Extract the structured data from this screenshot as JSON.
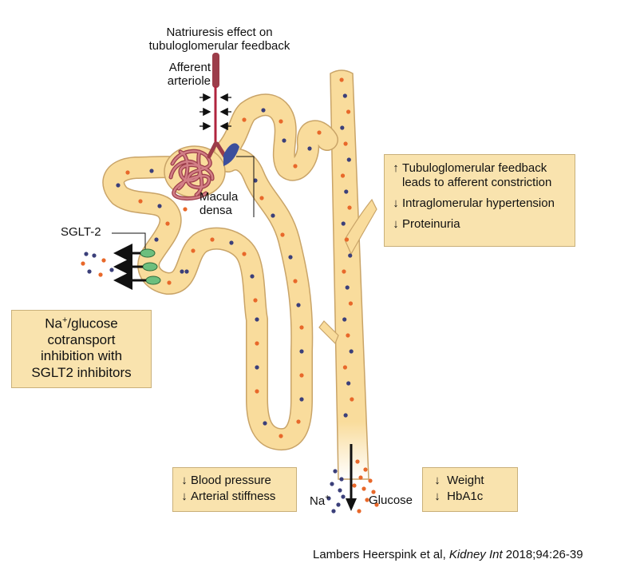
{
  "title": "Natriuresis effect on\ntubuloglomerular feedback",
  "labels": {
    "afferent_arteriole": "Afferent\narteriole",
    "macula_densa": "Macula\ndensa",
    "sglt2": "SGLT-2",
    "na": "Na",
    "na_sup": "+",
    "glucose": "Glucose"
  },
  "boxes": {
    "inhibition": {
      "line1_pre": "Na",
      "line1_sup": "+",
      "line1_post": "/glucose",
      "line2": "cotransport",
      "line3": "inhibition with",
      "line4": "SGLT2 inhibitors"
    },
    "feedback": [
      {
        "arrow": "↑",
        "text": "Tubuloglomerular feedback"
      },
      {
        "arrow": "",
        "text": "leads to afferent constriction"
      },
      {
        "arrow": "↓",
        "text": "Intraglomerular hypertension"
      },
      {
        "arrow": "↓",
        "text": "Proteinuria"
      }
    ],
    "blood": [
      {
        "arrow": "↓",
        "text": "Blood pressure"
      },
      {
        "arrow": "↓",
        "text": "Arterial stiffness"
      }
    ],
    "weight": [
      {
        "arrow": "↓",
        "text": "Weight"
      },
      {
        "arrow": "↓",
        "text": "HbA1c"
      }
    ]
  },
  "citation": {
    "authors": "Lambers Heerspink et al, ",
    "journal": "Kidney Int",
    "details": " 2018;94:26-39"
  },
  "colors": {
    "tubule_fill": "#f9dc9c",
    "tubule_edge": "#c9a468",
    "box_fill": "#f9e3ae",
    "vessel": "#9c3d4a",
    "glomerulus": "#b85a64",
    "dot_blue": "#3b3f7a",
    "dot_orange": "#e8682a",
    "transporter": "#6dbf7e",
    "macula": "#3c4f9c"
  }
}
